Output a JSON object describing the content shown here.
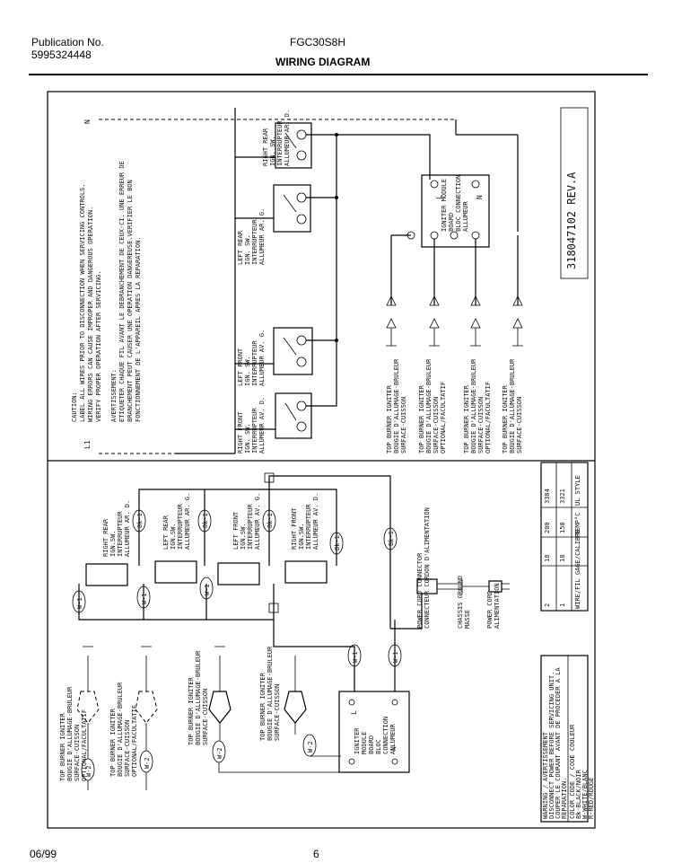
{
  "header": {
    "publication_label": "Publication No.",
    "publication_number": "5995324448",
    "model": "FGC30S8H",
    "title": "WIRING DIAGRAM"
  },
  "footer": {
    "date": "06/99",
    "page": "6"
  },
  "schematic": {
    "line_l1": "L1",
    "line_n": "N",
    "caution_lines": [
      "CAUTION:",
      "LABEL ALL WIRES PRIOR TO DISCONNECTION WHEN SERVICING CONTROLS.",
      "WIRING ERRORS CAN CAUSE IMPROPER AND DANGEROUS OPERATION.",
      "VERIFY PROPER OPERATION AFTER SERVICING.",
      "AVERTISSEMENT:",
      "ETIQUETER CHAQUE FIL AVANT LE DEBRANCHEMENT DE CEUX-CI. UNE ERREUR DE",
      "BRANCHEMENT PEUT CAUSER UNE OPERATION DANGEREUSE.VERIFIER LE BON",
      "FONCTIONNEMENT DE L'APPAREIL APRES LA REPARATION."
    ],
    "switches": [
      [
        "RIGHT REAR",
        "IGN. SW.",
        "INTERRUPTEUR",
        "ALLUMEUR AR. D."
      ],
      [
        "LEFT REAR",
        "IGN. SW.",
        "INTERRUPTEUR",
        "ALLUMEUR AR. G."
      ],
      [
        "LEFT FRONT",
        "IGN. SW.",
        "INTERRUPTEUR",
        "ALLUMEUR AV. G."
      ],
      [
        "RIGHT FRONT",
        "IGN. SW.",
        "INTERRUPTEUR",
        "ALLUMEUR AV. D."
      ]
    ],
    "module": [
      "IGNITER MODULE",
      "BOARD",
      "BLOC CONNECTION",
      "ALLUMEUR"
    ],
    "module_l": "L",
    "module_n": "N",
    "igniters": [
      [
        "TOP BURNER IGNITER",
        "BOUGIE D'ALLUMAGE-BRULEUR",
        "SURFACE-CUISSON"
      ],
      [
        "TOP BURNER IGNITER",
        "BOUGIE D'ALLUMAGE-BRULEUR",
        "SURFACE-CUISSON",
        "OPTIONAL/FACULTATIF"
      ],
      [
        "TOP BURNER IGNITER",
        "BOUGIE D'ALLUMAGE-BRULEUR",
        "SURFACE-CUISSON",
        "OPTIONAL/FACULTATIF"
      ],
      [
        "TOP BURNER IGNITER",
        "BOUGIE D'ALLUMAGE-BRULEUR",
        "SURFACE-CUISSON"
      ]
    ],
    "part_number": "318047102 REV.A"
  },
  "pictorial": {
    "switches": [
      [
        "RIGHT REAR",
        "IGN.SW.",
        "INTERRUPTEUR",
        "ALLUMEUR AR. D."
      ],
      [
        "LEFT REAR",
        "IGN.SW.",
        "INTERRUPTEUR",
        "ALLUMEUR AR. G."
      ],
      [
        "LEFT FRONT",
        "IGN.SW.",
        "INTERRUPTEUR",
        "ALLUMEUR AV. G."
      ],
      [
        "RIGHT FRONT",
        "IGN.SW.",
        "INTERRUPTEUR",
        "ALLUMEUR AV. D."
      ]
    ],
    "wire_codes": [
      "Bk-1",
      "Bk-1",
      "Bk-1",
      "Bk-1",
      "Bk-1",
      "W-1",
      "W-1",
      "W-1",
      "W-1",
      "W-1",
      "W-2",
      "W-2",
      "W-2",
      "W-2"
    ],
    "igniters": [
      [
        "TOP BURNER IGNITER",
        "BOUGIE D'ALLUMAGE-BRULEUR",
        "SURFACE-CUISSON",
        "OPTIONAL/FACULTATIF"
      ],
      [
        "TOP BURNER IGNITER",
        "BOUGIE D'ALLUMAGE-BRULEUR",
        "SURFACE-CUISSON",
        "OPTIONAL/FACULTATIF"
      ],
      [
        "TOP BURNER IGNITER",
        "BOUGIE D'ALLUMAGE-BRULEUR",
        "SURFACE-CUISSON"
      ],
      [
        "TOP BURNER IGNITER",
        "BOUGIE D'ALLUMAGE-BRULEUR",
        "SURFACE-CUISSON"
      ]
    ],
    "module": [
      "IGNITER",
      "MODULE",
      "BOARD",
      "BLOC",
      "CONNECTION",
      "ALLUMEUR"
    ],
    "module_l": "L",
    "module_n": "N",
    "cord_labels": [
      "POWER CORD CONNECTOR",
      "CONNECTEUR CORDON D'ALIMENTATION",
      "CHASSIS GROUND",
      "MASSE",
      "POWER CORD",
      "ALIMENTATION"
    ]
  },
  "wire_table": {
    "headers": [
      "WIRE/FIL",
      "GAGE/CALIBRE",
      "TEMP°C",
      "UL STYLE"
    ],
    "rows": [
      [
        "1",
        "18",
        "150",
        "3321"
      ],
      [
        "2",
        "18",
        "200",
        "3384"
      ]
    ]
  },
  "warning_box": {
    "lines": [
      "WARNING / AVERTISSEMENT",
      "DISCONNECT POWER BEFORE SERVICING UNIT.",
      "COUPER LE COURANT AVANT DE PROCEDER A LA",
      "REPARATION.",
      "COLOR CODE / CODE COULEUR",
      "Bk-BLACK/NOIR",
      "W-WHITE/BLANC",
      "R-RED/ROUGE"
    ]
  }
}
